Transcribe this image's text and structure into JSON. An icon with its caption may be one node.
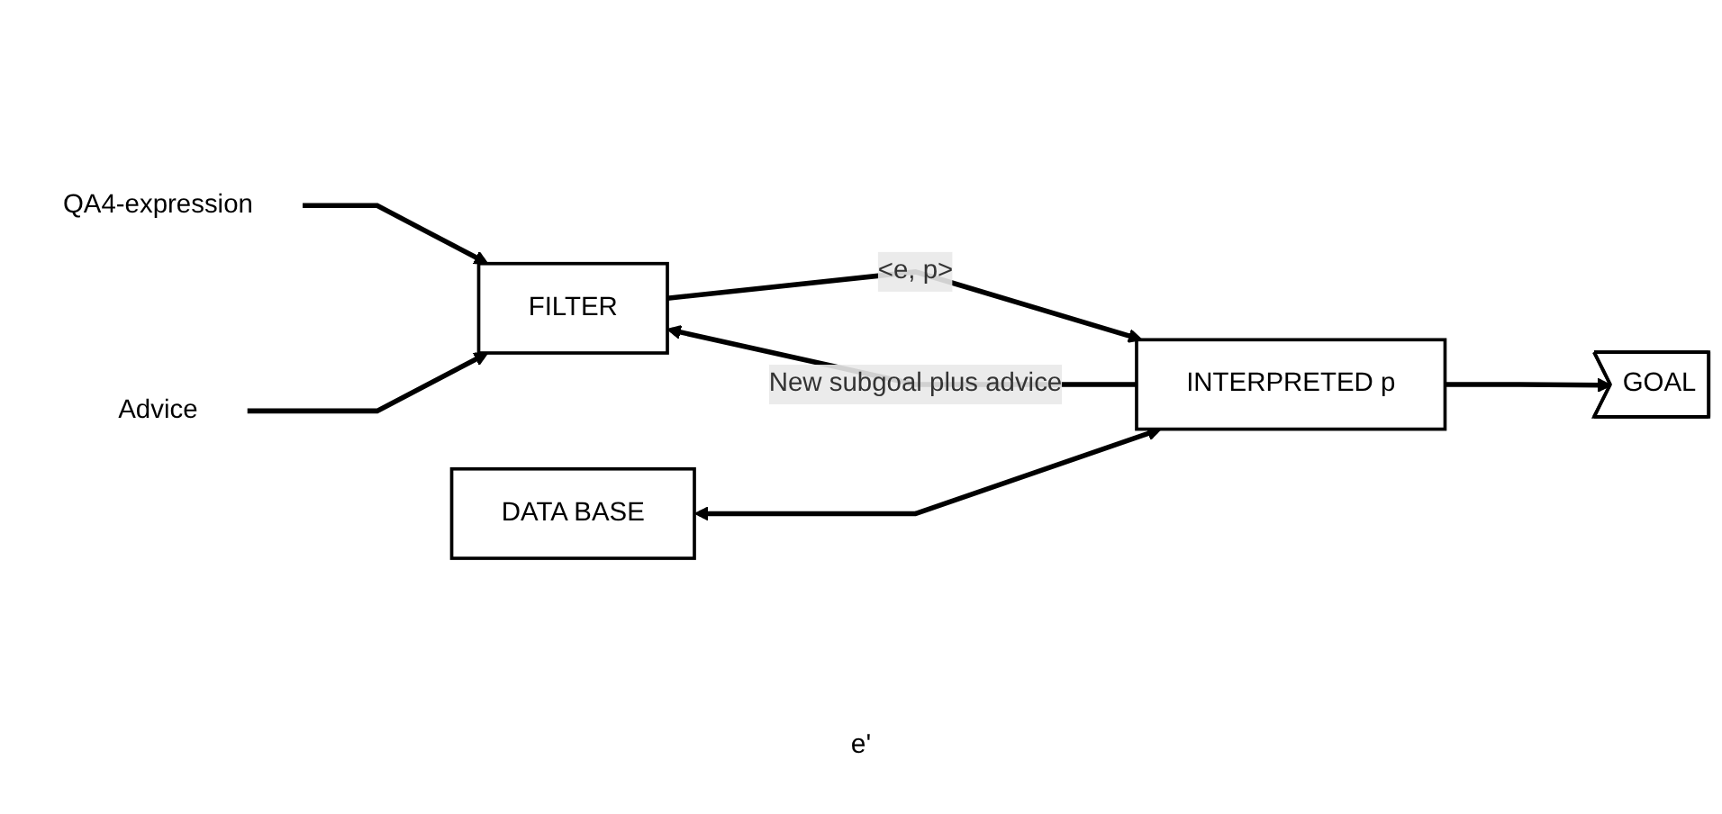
{
  "diagram": {
    "nodes": [
      {
        "text": [
          "QA4-expression"
        ]
      },
      {
        "text": [
          "Advice"
        ]
      },
      {
        "text": [
          "FILTER"
        ]
      },
      {
        "text": [
          "DATA BASE"
        ]
      },
      {
        "text": [
          "INTERPRETED p"
        ]
      },
      {
        "text": [
          "GOAL"
        ]
      }
    ],
    "edges": [
      {
        "from": 0,
        "to": 2,
        "arrow": "to"
      },
      {
        "from": 1,
        "to": 2,
        "arrow": "to"
      },
      {
        "from": 2,
        "to": 4,
        "arrow": "to",
        "label": "<e, p>"
      },
      {
        "from": 3,
        "to": 4,
        "arrow": "both"
      },
      {
        "from": 4,
        "to": 5,
        "arrow": "to"
      },
      {
        "from": 4,
        "to": 2,
        "arrow": "to",
        "label": "New subgoal plus advice"
      }
    ],
    "labels": [
      "e'"
    ]
  }
}
